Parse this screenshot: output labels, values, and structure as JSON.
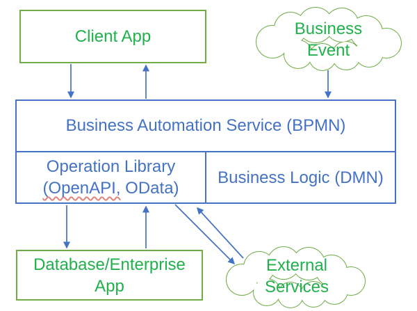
{
  "colors": {
    "blue": "#4472C4",
    "green_text": "#21B14C",
    "green_outline": "#70AD47",
    "spellcheck_red": "#E0837C"
  },
  "nodes": {
    "client_app": {
      "label": "Client App"
    },
    "business_event": {
      "line1": "Business",
      "line2": "Event"
    },
    "business_automation_service": {
      "label": "Business Automation Service (BPMN)"
    },
    "operation_library": {
      "line1": "Operation Library",
      "line2_underlined": "(OpenAPI,",
      "line2_rest": " OData)"
    },
    "business_logic": {
      "label": "Business Logic (DMN)"
    },
    "database_enterprise_app": {
      "line1": "Database/Enterprise",
      "line2": "App"
    },
    "external_services": {
      "line1": "External",
      "line2": "Services"
    }
  },
  "connectors": [
    {
      "from": "client_app",
      "to": "business_automation_service",
      "direction": "down"
    },
    {
      "from": "business_automation_service",
      "to": "client_app",
      "direction": "up"
    },
    {
      "from": "business_event",
      "to": "business_automation_service",
      "direction": "down"
    },
    {
      "from": "operation_library",
      "to": "database_enterprise_app",
      "direction": "down"
    },
    {
      "from": "database_enterprise_app",
      "to": "operation_library",
      "direction": "up"
    },
    {
      "from": "operation_library",
      "to": "external_services",
      "direction": "down-right"
    },
    {
      "from": "external_services",
      "to": "operation_library",
      "direction": "up-left"
    }
  ]
}
